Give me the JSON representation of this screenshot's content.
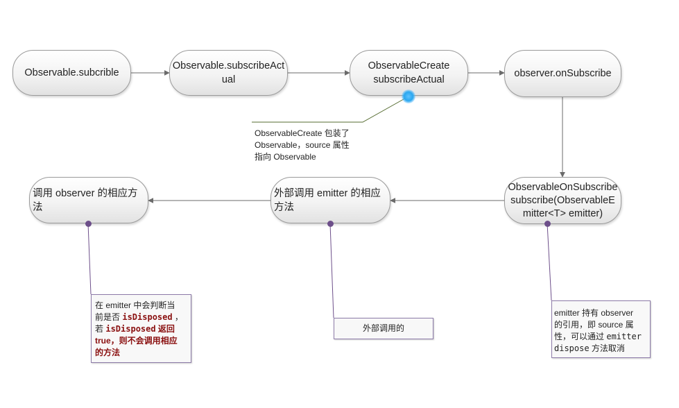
{
  "nodes": {
    "observable_subcrible": "Observable.subcrible",
    "subscribe_actual_1": "Observable.subscribeAct",
    "subscribe_actual_2": "ual",
    "create_1": "ObservableCreate",
    "create_2": "subscribeActual",
    "on_subscribe": "observer.onSubscribe",
    "onsub_1": "ObservableOnSubscribe",
    "onsub_2": "subscribe(ObservableE",
    "onsub_3": "mitter<T> emitter)",
    "external_call_1": "外部调用 emitter 的相应",
    "external_call_2": "方法",
    "call_observer_1": "调用 observer  的相应方",
    "call_observer_2": "法"
  },
  "notes": {
    "create_note": {
      "line1": "ObservableCreate 包装了",
      "line2": "Observable，source 属性",
      "line3": "指向  Observable"
    },
    "emitter_note": {
      "line1": "emitter 持有 observer",
      "line2": "的引用，即 source 属",
      "line3_a": "性，可以通过 ",
      "line3_b": "emitter",
      "line4_a": "dispose",
      "line4_b": " 方法取消"
    },
    "external_note": "外部调用的",
    "disposed_note": {
      "l1": "在  emitter 中会判断当",
      "l2_a": "前是否 ",
      "l2_b": "isDisposed",
      "l2_c": " ，",
      "l3_a": "若 ",
      "l3_b": "isDisposed",
      "l3_c": " 返回",
      "l4": "true，则不会调用相应",
      "l5": "的方法"
    }
  },
  "colors": {
    "connector": "#6b6b6b",
    "callout_line": "#6d4f8a",
    "note_line": "#556b2f",
    "emphasis": "#8a1010",
    "highlight": "#2aa7f0"
  }
}
